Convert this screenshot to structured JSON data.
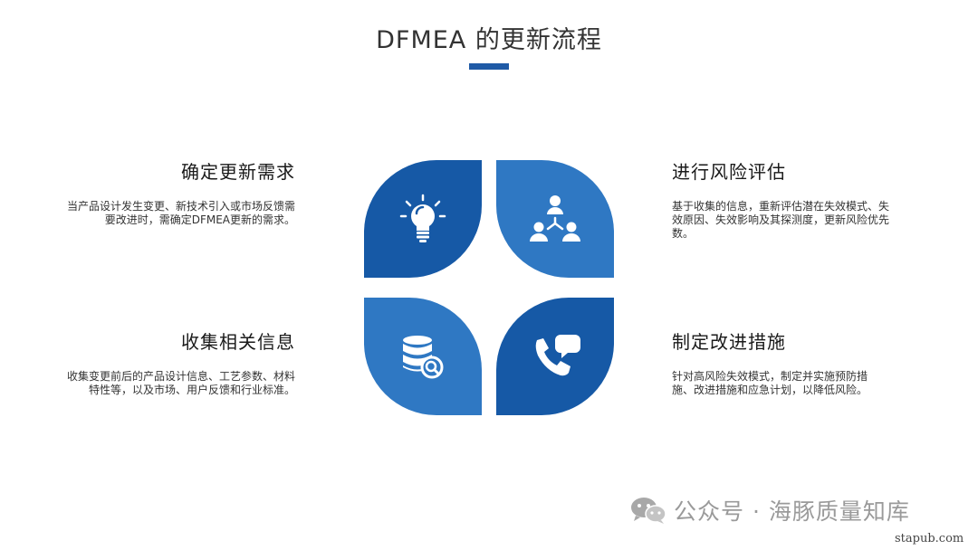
{
  "title": "DFMEA 的更新流程",
  "blocks": {
    "determine": {
      "heading": "确定更新需求",
      "body": "当产品设计发生变更、新技术引入或市场反馈需要改进时，需确定DFMEA更新的需求。"
    },
    "collect": {
      "heading": "收集相关信息",
      "body": "收集变更前后的产品设计信息、工艺参数、材料特性等，以及市场、用户反馈和行业标准。"
    },
    "assess": {
      "heading": "进行风险评估",
      "body": "基于收集的信息，重新评估潜在失效模式、失效原因、失效影响及其探测度，更新风险优先数。"
    },
    "measures": {
      "heading": "制定改进措施",
      "body": "针对高风险失效模式，制定并实施预防措施、改进措施和应急计划，以降低风险。"
    }
  },
  "icons": {
    "determine": "lightbulb-icon",
    "assess": "team-network-icon",
    "collect": "database-search-icon",
    "measures": "phone-chat-icon"
  },
  "colors": {
    "dark_blue": "#1659a6",
    "light_blue": "#2f78c3",
    "accent_bar": "#1f5aa6"
  },
  "watermark": {
    "text": "公众号 · 海豚质量知库",
    "site": "stapub.com"
  }
}
